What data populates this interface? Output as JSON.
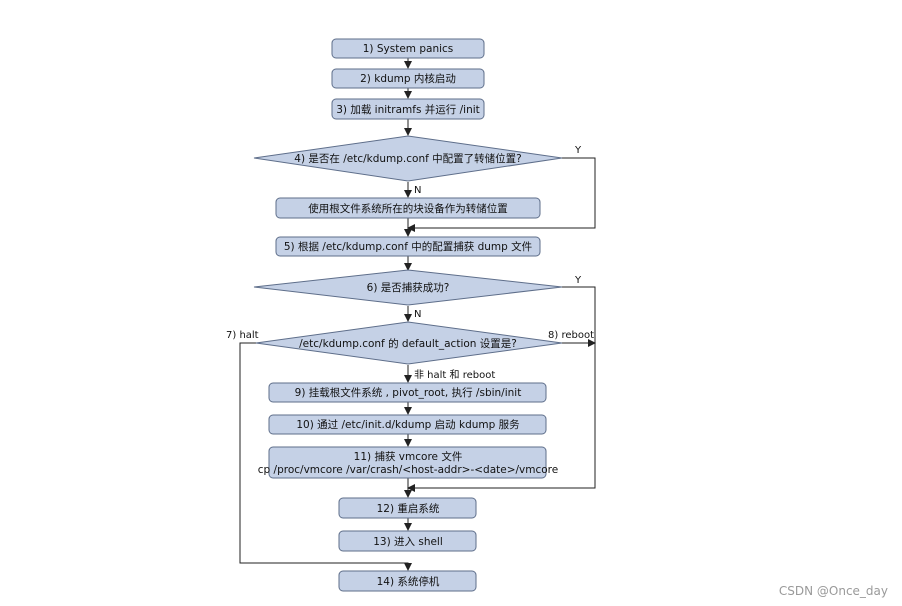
{
  "nodes": {
    "n1": "1) System panics",
    "n2": "2) kdump 内核启动",
    "n3": "3) 加载 initramfs 并运行 /init",
    "d4": "4) 是否在 /etc/kdump.conf 中配置了转储位置?",
    "nroot": "使用根文件系统所在的块设备作为转储位置",
    "n5": "5) 根据 /etc/kdump.conf 中的配置捕获 dump 文件",
    "d6": "6) 是否捕获成功?",
    "d7": "/etc/kdump.conf 的 default_action 设置是?",
    "n9": "9) 挂载根文件系统 , pivot_root,  执行 /sbin/init",
    "n10": "10) 通过 /etc/init.d/kdump 启动 kdump 服务",
    "n11_line1": "11) 捕获 vmcore 文件",
    "n11_line2": "cp /proc/vmcore /var/crash/<host-addr>-<date>/vmcore",
    "n12": "12) 重启系统",
    "n13": "13) 进入 shell",
    "n14": "14) 系统停机"
  },
  "edge_labels": {
    "d4_yes": "Y",
    "d4_no": "N",
    "d6_yes": "Y",
    "d6_no": "N",
    "halt": "7) halt",
    "reboot": "8) reboot",
    "other": "非 halt 和 reboot"
  },
  "watermark": "CSDN @Once_day"
}
